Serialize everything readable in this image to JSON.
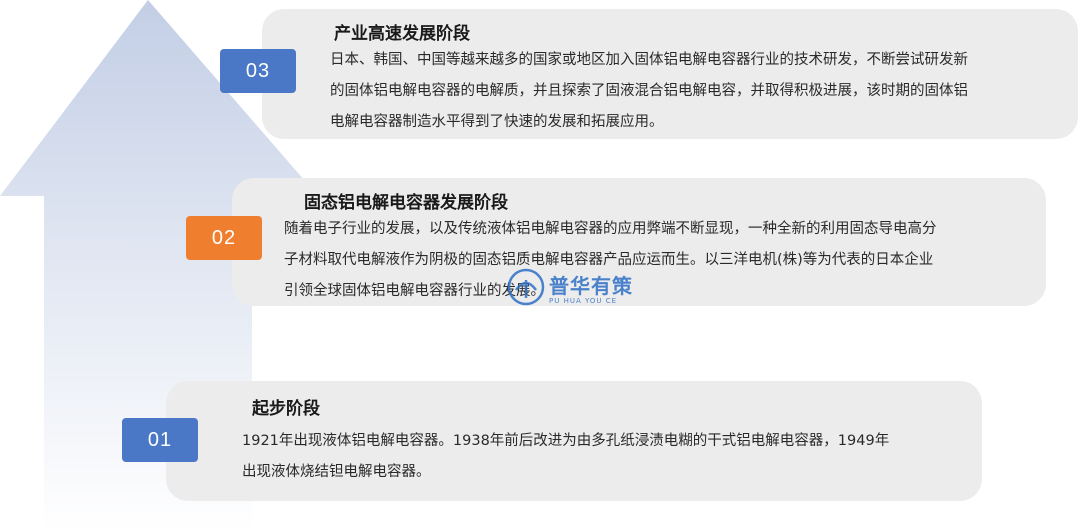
{
  "stages": [
    {
      "number": "03",
      "title": "产业高速发展阶段",
      "lines": [
        "日本、韩国、中国等越来越多的国家或地区加入固体铝电解电容器行业的技术研发，不断尝试研发新",
        "的固体铝电解电容器的电解质，并且探索了固液混合铝电解电容，并取得积极进展，该时期的固体铝",
        "电解电容器制造水平得到了快速的发展和拓展应用。"
      ]
    },
    {
      "number": "02",
      "title": "固态铝电解电容器发展阶段",
      "lines": [
        "随着电子行业的发展，以及传统液体铝电解电容器的应用弊端不断显现，一种全新的利用固态导电高分",
        "子材料取代电解液作为阴极的固态铝质电解电容器产品应运而生。以三洋电机(株)等为代表的日本企业",
        "引领全球固体铝电解电容器行业的发展。"
      ]
    },
    {
      "number": "01",
      "title": "起步阶段",
      "lines": [
        "1921年出现液体铝电解电容器。1938年前后改进为由多孔纸浸渍电糊的干式铝电解电容器，1949年",
        "出现液体烧结钽电解电容器。"
      ]
    }
  ],
  "watermark": {
    "main": "普华有策",
    "sub": "PU HUA YOU CE",
    "icon": "puhua-logo-icon"
  },
  "colors": {
    "badge_blue": "#4a78c6",
    "badge_orange": "#ef7e2f",
    "card_bg": "#ececec",
    "arrow_top": "#c9d3e8"
  }
}
